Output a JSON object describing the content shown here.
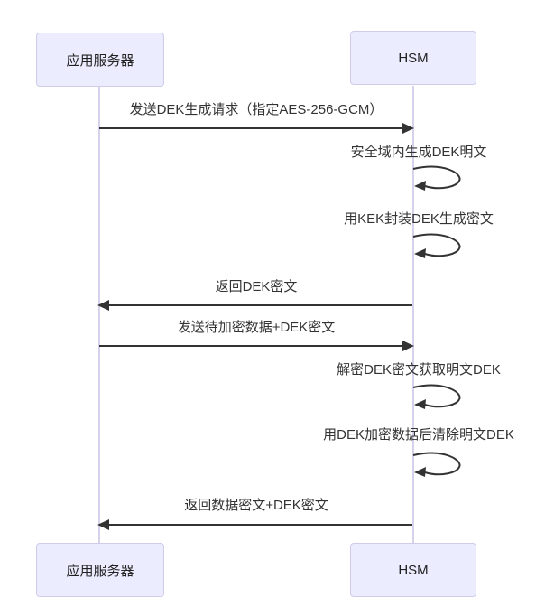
{
  "diagram": {
    "type": "sequence-diagram",
    "participants": [
      {
        "id": "app-server",
        "label": "应用服务器"
      },
      {
        "id": "hsm",
        "label": "HSM"
      }
    ],
    "messages": [
      {
        "from": "应用服务器",
        "to": "HSM",
        "style": "solid-arrow-right",
        "text": "发送DEK生成请求（指定AES-256-GCM）"
      },
      {
        "from": "HSM",
        "to": "HSM",
        "style": "self-loop",
        "text": "安全域内生成DEK明文"
      },
      {
        "from": "HSM",
        "to": "HSM",
        "style": "self-loop",
        "text": "用KEK封装DEK生成密文"
      },
      {
        "from": "HSM",
        "to": "应用服务器",
        "style": "solid-arrow-left",
        "text": "返回DEK密文"
      },
      {
        "from": "应用服务器",
        "to": "HSM",
        "style": "solid-arrow-right",
        "text": "发送待加密数据+DEK密文"
      },
      {
        "from": "HSM",
        "to": "HSM",
        "style": "self-loop",
        "text": "解密DEK密文获取明文DEK"
      },
      {
        "from": "HSM",
        "to": "HSM",
        "style": "self-loop",
        "text": "用DEK加密数据后清除明文DEK"
      },
      {
        "from": "HSM",
        "to": "应用服务器",
        "style": "solid-arrow-left",
        "text": "返回数据密文+DEK密文"
      }
    ],
    "colors": {
      "background": "#ffffff",
      "actor_fill": "#ECECFF",
      "actor_border": "#d0cbe9",
      "lifeline": "#d8d1ee",
      "message_line": "#333333",
      "text": "#333333"
    }
  }
}
